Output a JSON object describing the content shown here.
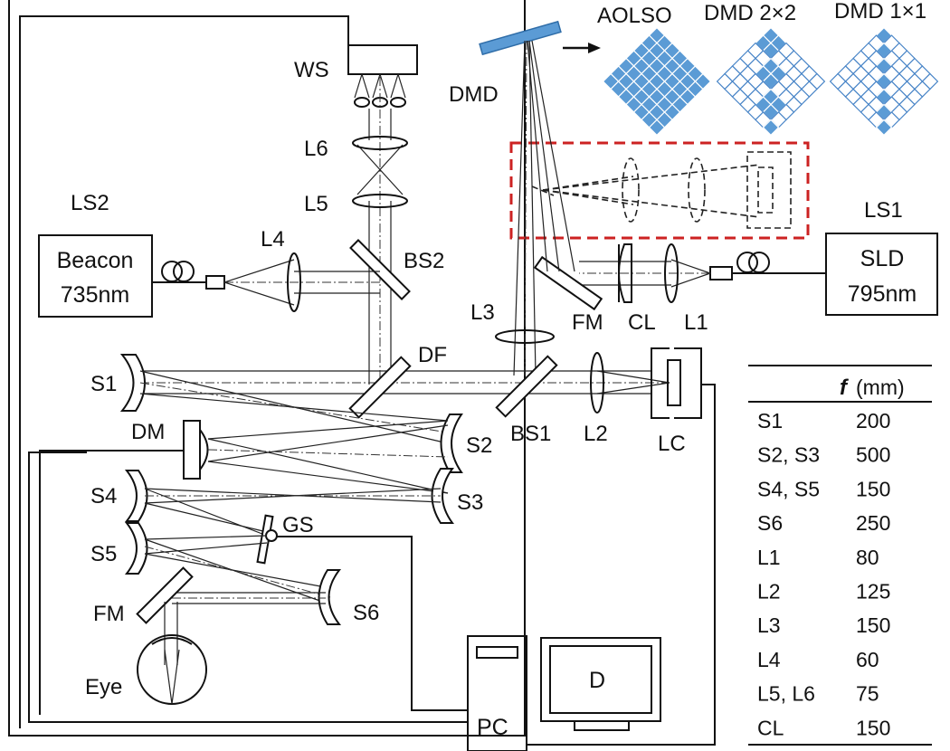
{
  "labels": {
    "ws": "WS",
    "dmd": "DMD",
    "aolso": "AOLSO",
    "dmd22": "DMD 2×2",
    "dmd11": "DMD 1×1",
    "l6": "L6",
    "l5": "L5",
    "l4": "L4",
    "ls2": "LS2",
    "ls1": "LS1",
    "bs2": "BS2",
    "l3": "L3",
    "fm_top": "FM",
    "cl": "CL",
    "l1": "L1",
    "df": "DF",
    "s1": "S1",
    "s2": "S2",
    "s3": "S3",
    "s4": "S4",
    "s5": "S5",
    "s6": "S6",
    "dm": "DM",
    "gs": "GS",
    "fm_bottom": "FM",
    "eye": "Eye",
    "bs1": "BS1",
    "l2": "L2",
    "lc": "LC",
    "pc": "PC",
    "display": "D"
  },
  "sources": {
    "beacon_name": "Beacon",
    "beacon_wavelength": "735nm",
    "sld_name": "SLD",
    "sld_wavelength": "795nm"
  },
  "focal_table": {
    "header_symbol": "f",
    "header_unit": "(mm)",
    "rows": [
      {
        "element": "S1",
        "f_mm": "200"
      },
      {
        "element": "S2, S3",
        "f_mm": "500"
      },
      {
        "element": "S4, S5",
        "f_mm": "150"
      },
      {
        "element": "S6",
        "f_mm": "250"
      },
      {
        "element": "L1",
        "f_mm": "80"
      },
      {
        "element": "L2",
        "f_mm": "125"
      },
      {
        "element": "L3",
        "f_mm": "150"
      },
      {
        "element": "L4",
        "f_mm": "60"
      },
      {
        "element": "L5, L6",
        "f_mm": "75"
      },
      {
        "element": "CL",
        "f_mm": "150"
      }
    ]
  },
  "colors": {
    "dmd_blue": "#5b9bd5",
    "grid_blue": "#4a86c8",
    "dashed_box_red": "#cc2222",
    "line": "#111111"
  },
  "dmd_patterns": {
    "aolso": [
      [
        1,
        1,
        1,
        1,
        1,
        1,
        1
      ],
      [
        1,
        1,
        1,
        1,
        1,
        1,
        1
      ],
      [
        1,
        1,
        1,
        1,
        1,
        1,
        1
      ],
      [
        1,
        1,
        1,
        1,
        1,
        1,
        1
      ],
      [
        1,
        1,
        1,
        1,
        1,
        1,
        1
      ],
      [
        1,
        1,
        1,
        1,
        1,
        1,
        1
      ],
      [
        1,
        1,
        1,
        1,
        1,
        1,
        1
      ]
    ],
    "dmd_2x2": [
      [
        1,
        1,
        0,
        0,
        0,
        0,
        0
      ],
      [
        1,
        1,
        0,
        0,
        0,
        0,
        0
      ],
      [
        0,
        0,
        1,
        1,
        0,
        0,
        0
      ],
      [
        0,
        0,
        1,
        1,
        0,
        0,
        0
      ],
      [
        0,
        0,
        0,
        0,
        1,
        1,
        0
      ],
      [
        0,
        0,
        0,
        0,
        1,
        1,
        0
      ],
      [
        0,
        0,
        0,
        0,
        0,
        0,
        1
      ]
    ],
    "dmd_1x1": [
      [
        1,
        0,
        0,
        0,
        0,
        0,
        0
      ],
      [
        0,
        1,
        0,
        0,
        0,
        0,
        0
      ],
      [
        0,
        0,
        1,
        0,
        0,
        0,
        0
      ],
      [
        0,
        0,
        0,
        1,
        0,
        0,
        0
      ],
      [
        0,
        0,
        0,
        0,
        1,
        0,
        0
      ],
      [
        0,
        0,
        0,
        0,
        0,
        1,
        0
      ],
      [
        0,
        0,
        0,
        0,
        0,
        0,
        1
      ]
    ]
  }
}
